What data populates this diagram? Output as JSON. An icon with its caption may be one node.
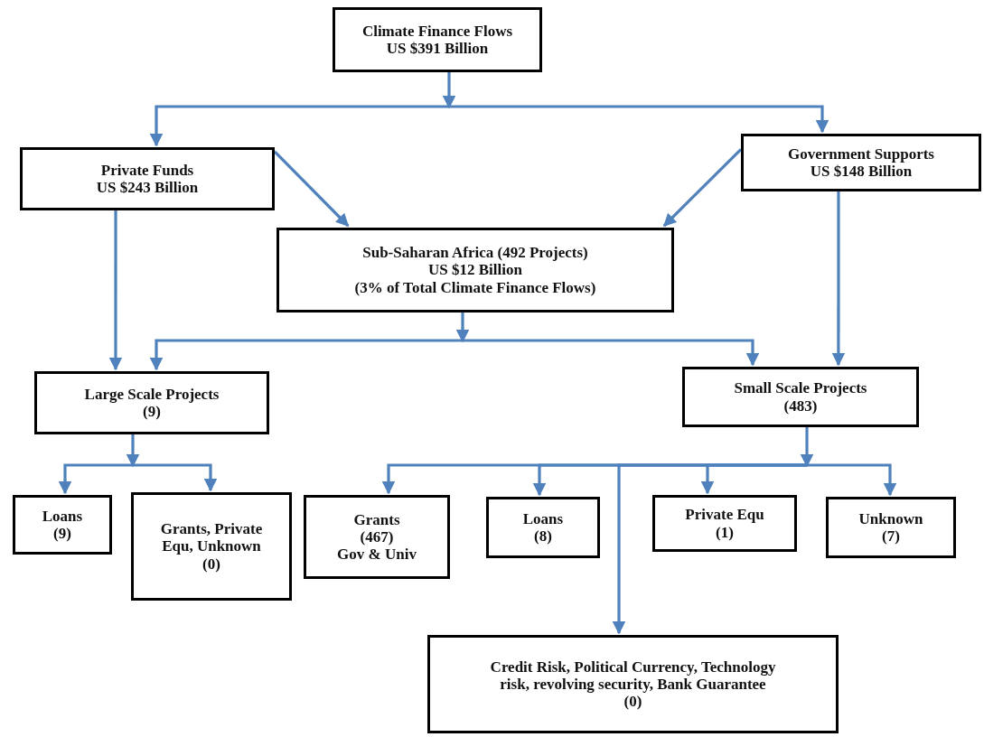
{
  "diagram": {
    "nodes": [
      {
        "text": [
          "Climate Finance Flows",
          "US $391 Billion"
        ]
      },
      {
        "text": [
          "Private Funds",
          "US $243 Billion"
        ]
      },
      {
        "text": [
          "Government Supports",
          "US $148 Billion"
        ]
      },
      {
        "text": [
          "Sub-Saharan Africa (492 Projects)",
          "US $12 Billion",
          "(3% of Total Climate Finance Flows)"
        ]
      },
      {
        "text": [
          "Large Scale Projects",
          "(9)"
        ]
      },
      {
        "text": [
          "Small Scale Projects",
          "(483)"
        ]
      },
      {
        "text": [
          "Loans",
          "(9)"
        ]
      },
      {
        "text": [
          "Grants, Private Equ, Unknown",
          "(0)"
        ]
      },
      {
        "text": [
          "Grants",
          "(467)",
          "Gov & Univ"
        ]
      },
      {
        "text": [
          "Loans",
          "(8)"
        ]
      },
      {
        "text": [
          "Private Equ",
          "(1)"
        ]
      },
      {
        "text": [
          "Unknown",
          "(7)"
        ]
      },
      {
        "text": [
          "Credit Risk, Political Currency, Technology risk, revolving security, Bank Guarantee",
          "(0)"
        ]
      }
    ],
    "edges": [
      {
        "from": 0,
        "to": 1,
        "arrow": "to"
      },
      {
        "from": 0,
        "to": 2,
        "arrow": "to"
      },
      {
        "from": 1,
        "to": 3,
        "arrow": "to"
      },
      {
        "from": 2,
        "to": 3,
        "arrow": "to"
      },
      {
        "from": 1,
        "to": 4,
        "arrow": "to"
      },
      {
        "from": 2,
        "to": 5,
        "arrow": "to"
      },
      {
        "from": 3,
        "to": 4,
        "arrow": "to"
      },
      {
        "from": 3,
        "to": 5,
        "arrow": "to"
      },
      {
        "from": 4,
        "to": 6,
        "arrow": "to"
      },
      {
        "from": 4,
        "to": 7,
        "arrow": "to"
      },
      {
        "from": 5,
        "to": 8,
        "arrow": "to"
      },
      {
        "from": 5,
        "to": 9,
        "arrow": "to"
      },
      {
        "from": 5,
        "to": 12,
        "arrow": "to"
      },
      {
        "from": 5,
        "to": 10,
        "arrow": "to"
      },
      {
        "from": 5,
        "to": 11,
        "arrow": "to"
      }
    ]
  }
}
